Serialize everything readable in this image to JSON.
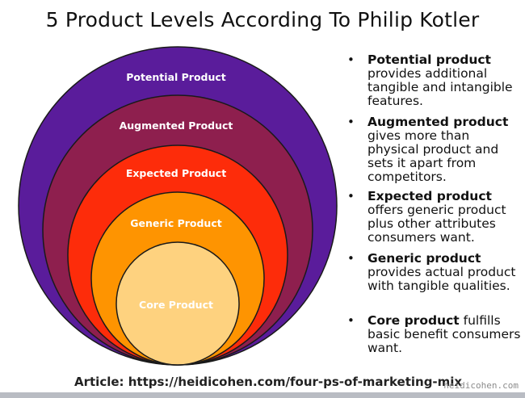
{
  "title": "5 Product Levels According To Philip Kotler",
  "levels": [
    {
      "name": "Potential Product",
      "color": "#5a1c9b"
    },
    {
      "name": "Augmented Product",
      "color": "#8e1f4e"
    },
    {
      "name": "Expected Product",
      "color": "#fd2c0a"
    },
    {
      "name": "Generic Product",
      "color": "#fe9401"
    },
    {
      "name": "Core Product",
      "color": "#fed27f"
    }
  ],
  "bullets": [
    {
      "term": "Potential product",
      "text": "provides additional tangible and intangible features."
    },
    {
      "term": "Augmented product",
      "text": "gives more than physical product and sets it apart from competitors."
    },
    {
      "term": "Expected product",
      "text": "offers generic product plus other attributes consumers want."
    },
    {
      "term": "Generic product",
      "text": "provides  actual product with tangible qualities."
    },
    {
      "term": "Core product",
      "text": "fulfills basic benefit consumers want."
    }
  ],
  "bullet_symbol": "•",
  "footer": "Article: https://heidicohen.com/four-ps-of-marketing-mix",
  "watermark": "heidicohen.com"
}
